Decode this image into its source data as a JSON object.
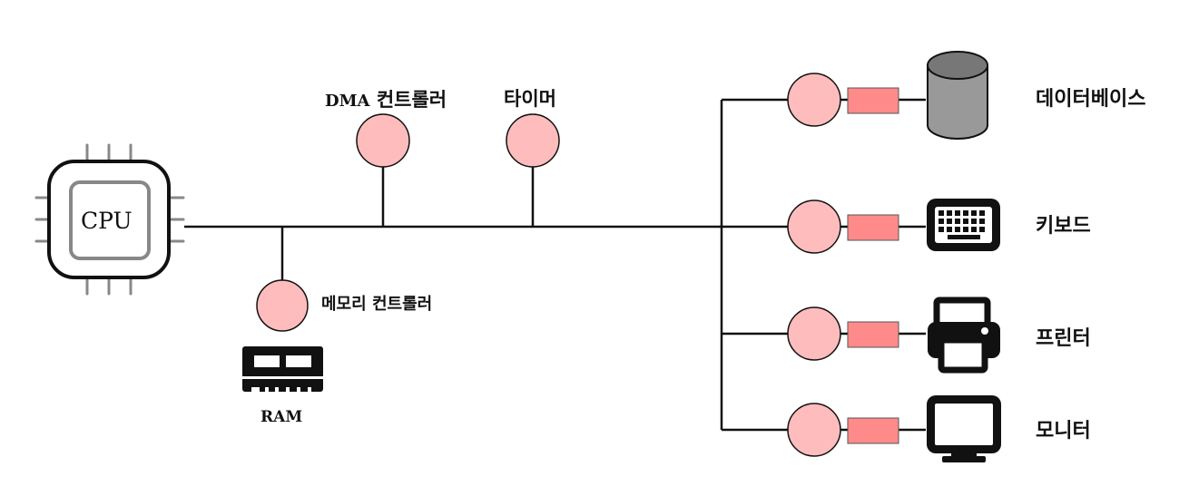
{
  "cpu": {
    "label": "CPU"
  },
  "controllers": {
    "dma": {
      "prefix": "DMA",
      "suffix": "컨트롤러"
    },
    "timer": {
      "label": "타이머"
    },
    "memory": {
      "label": "메모리 컨트롤러"
    }
  },
  "ram": {
    "label": "RAM"
  },
  "devices": [
    {
      "label": "데이터베이스",
      "icon": "database-icon"
    },
    {
      "label": "키보드",
      "icon": "keyboard-icon"
    },
    {
      "label": "프린터",
      "icon": "printer-icon"
    },
    {
      "label": "모니터",
      "icon": "monitor-icon"
    }
  ],
  "colors": {
    "controller_fill": "#ffbcbc",
    "adapter_fill": "#ff8a8a",
    "database_fill": "#999999",
    "line": "#111111"
  }
}
